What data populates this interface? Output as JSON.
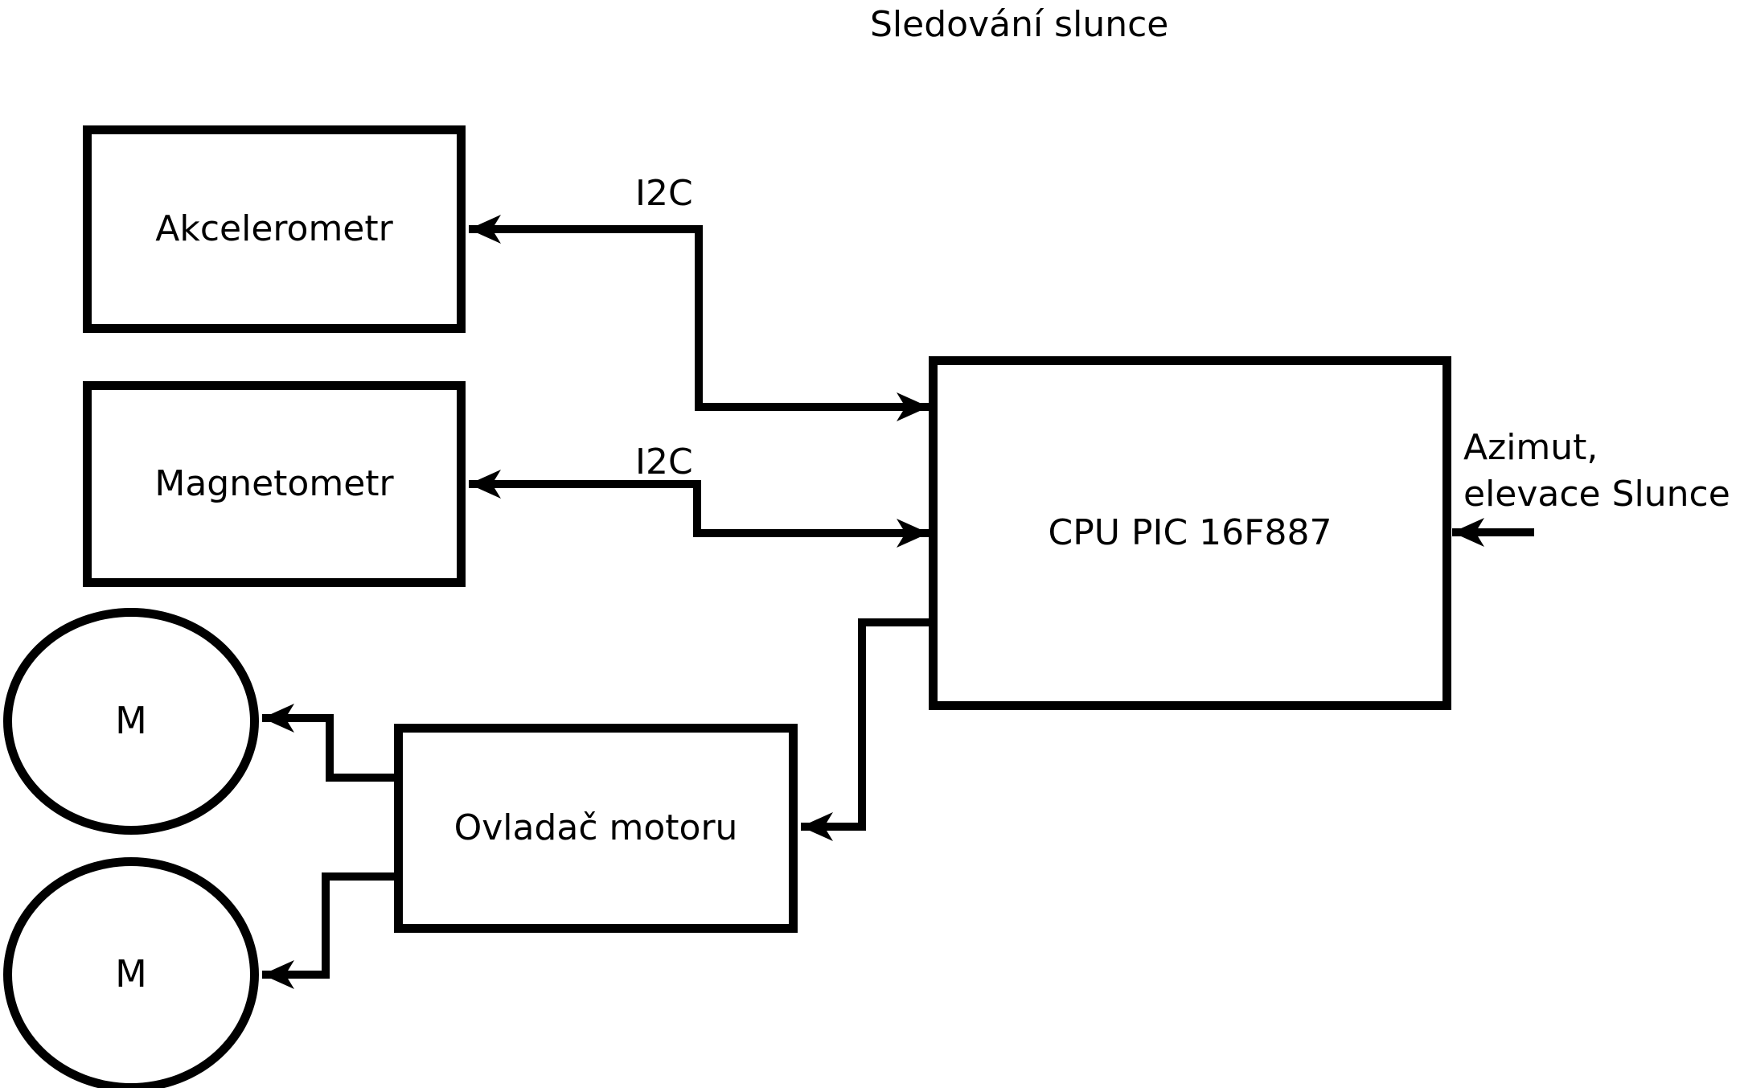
{
  "diagram": {
    "title": "Sledování slunce",
    "background_color": "#ffffff",
    "line_color": "#000000",
    "nodes": {
      "akcelerometr": {
        "label": "Akcelerometr",
        "shape": "rect"
      },
      "magnetometr": {
        "label": "Magnetometr",
        "shape": "rect"
      },
      "cpu": {
        "label": "CPU PIC 16F887",
        "shape": "rect"
      },
      "motor_driver": {
        "label": "Ovladač motoru",
        "shape": "rect"
      },
      "motor_1": {
        "label": "M",
        "shape": "circle"
      },
      "motor_2": {
        "label": "M",
        "shape": "circle"
      }
    },
    "edges": {
      "cpu_akcelerometr": {
        "label": "I2C",
        "type": "bidirectional-bus"
      },
      "cpu_magnetometr": {
        "label": "I2C",
        "type": "bidirectional-bus"
      },
      "cpu_sun_input": {
        "label": "Azimut,\nelevace Slunce",
        "type": "input-arrow"
      },
      "cpu_motor_driver": {
        "label": "",
        "type": "arrow"
      },
      "driver_motor_1": {
        "label": "",
        "type": "arrow"
      },
      "driver_motor_2": {
        "label": "",
        "type": "arrow"
      }
    }
  }
}
